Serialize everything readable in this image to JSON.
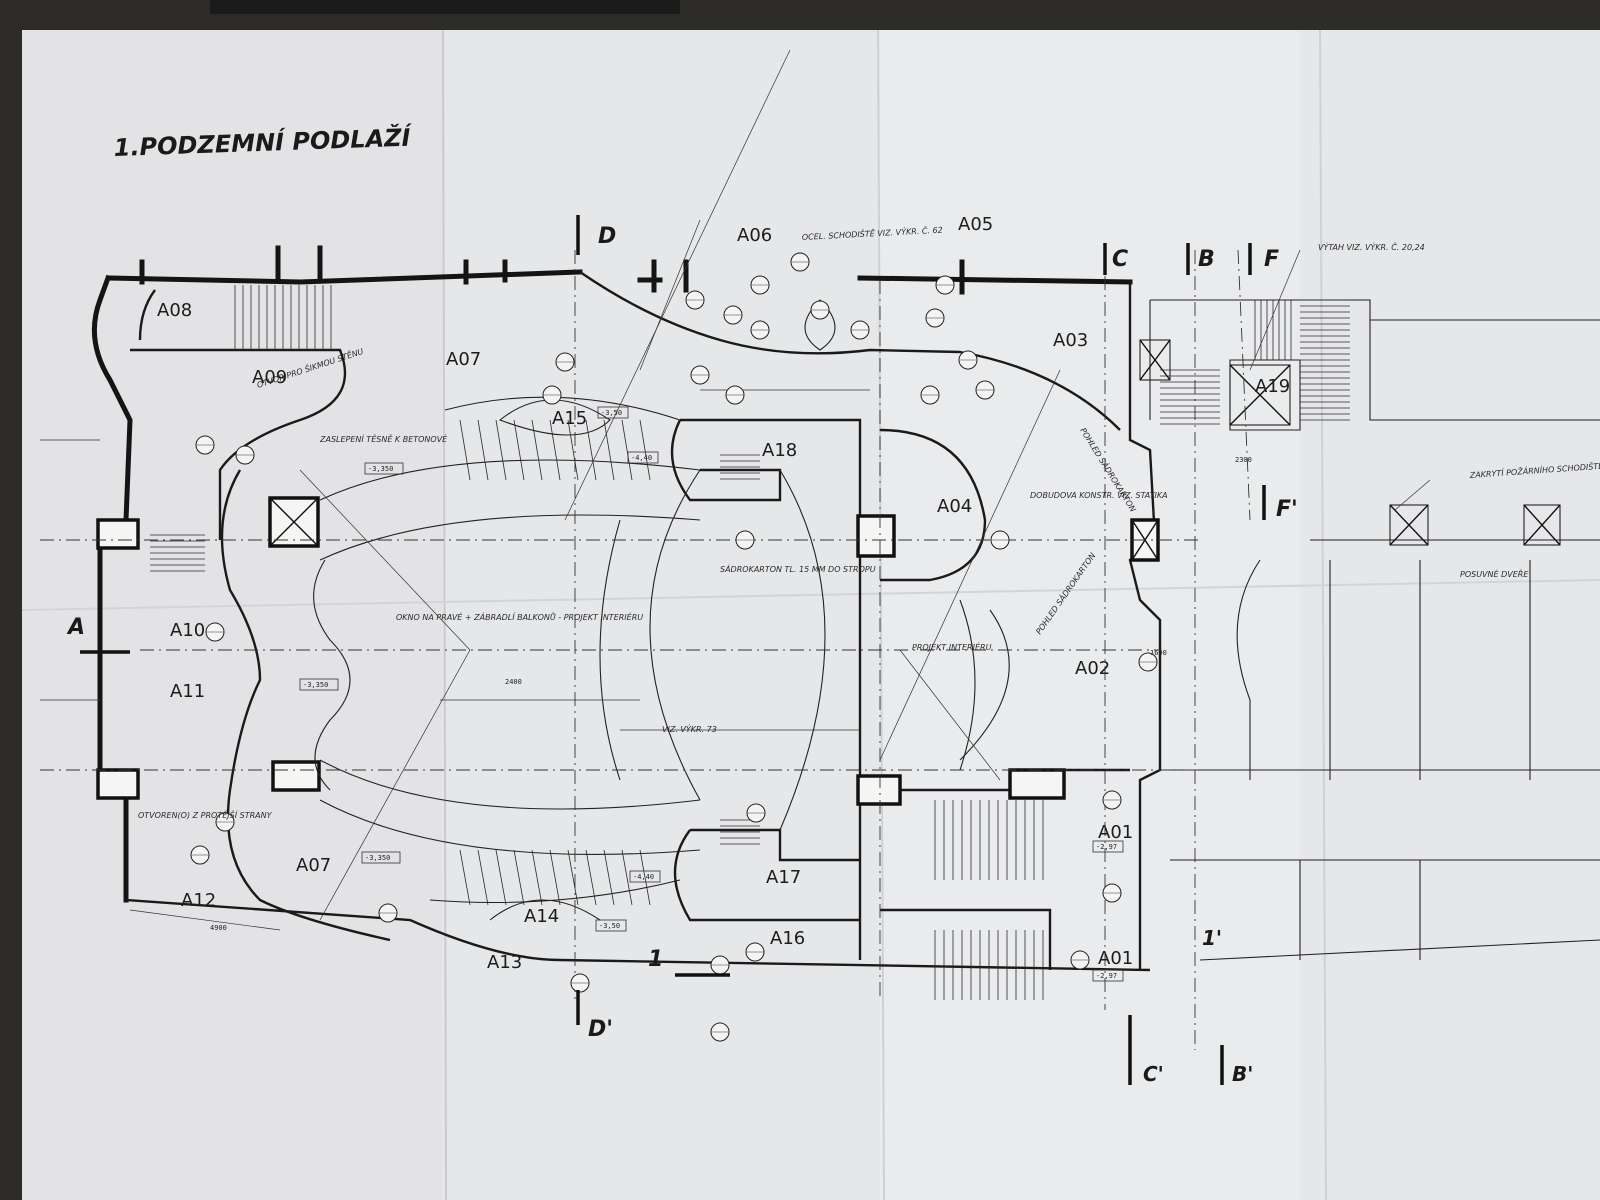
{
  "title": "1.PODZEMNÍ PODLAŽÍ",
  "section_marks": {
    "D": "D",
    "D_prime": "D'",
    "C": "C",
    "C_prime": "C'",
    "B": "B",
    "B_prime": "B'",
    "F": "F",
    "F_prime": "F'",
    "A": "A",
    "one": "1",
    "one_prime": "1'"
  },
  "rooms": {
    "A01a": "A01",
    "A01b": "A01",
    "A02": "A02",
    "A03": "A03",
    "A04": "A04",
    "A05": "A05",
    "A06": "A06",
    "A07a": "A07",
    "A07b": "A07",
    "A08": "A08",
    "A09": "A09",
    "A10": "A10",
    "A11": "A11",
    "A12": "A12",
    "A13": "A13",
    "A14": "A14",
    "A15": "A15",
    "A16": "A16",
    "A17": "A17",
    "A18": "A18",
    "A19": "A19"
  },
  "annotations": {
    "sadrokarton": "SÁDROKARTON TL. 15 MM DO STROPU",
    "projekt_interieru": "PROJEKT INTERIÉRU",
    "dobudova": "DOBUDOVA KONSTR. VIZ. STATIKA",
    "vytah": "VÝTAH VIZ. VÝKR. Č. 20,24",
    "ocel_schodiste": "OCEL. SCHODIŠTĚ VIZ. VÝKR. Č. 62",
    "oknonaprava": "OKNO NA PRAVÉ + ZÁBRADLÍ BALKONŮ - PROJEKT INTERIÉRU",
    "otvor": "OTVOR PRO ŠIKMOU STĚNU",
    "zaslepeni": "ZASLEPENÍ TĚSNĚ K BETONOVÉ",
    "viz_vykres": "VIZ. VÝKR. 73",
    "pohled_sadrokarton": "POHLED SÁDROKARTON",
    "posuvne_dvere": "POSUVNÉ DVEŘE",
    "zakryti": "ZAKRYTÍ POŽÁRNÍHO SCHODIŠTĚ ODRAZENÉ (MAT. DŘEVO)",
    "otvor_protejsi": "OTVOREN(O) Z PROTĚJŠÍ STRANY",
    "dim_2400": "2400",
    "dim_1600": "1600",
    "dim_2300": "2300",
    "dim_4900": "4900",
    "lvl_350": "-3,350",
    "lvl_297": "-2,97",
    "lvl_440": "-4,40",
    "lvl_350b": "-3,50"
  }
}
